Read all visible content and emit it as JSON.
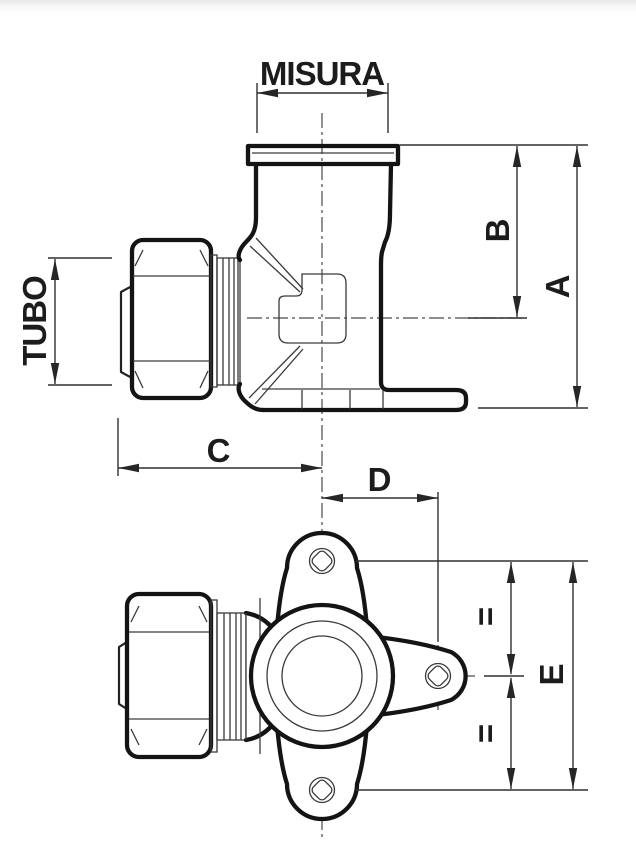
{
  "drawing": {
    "labels": {
      "misura": "MISURA",
      "tubo": "TUBO",
      "a": "A",
      "b": "B",
      "c": "C",
      "d": "D",
      "e": "E",
      "equal_upper": "=",
      "equal_lower": "="
    },
    "colors": {
      "outline": "#141414",
      "thin_line": "#3a3a3a",
      "dimension_line": "#303030",
      "centerline": "#4a4a4a",
      "text": "#1c1c1c",
      "background": "#ffffff"
    }
  }
}
